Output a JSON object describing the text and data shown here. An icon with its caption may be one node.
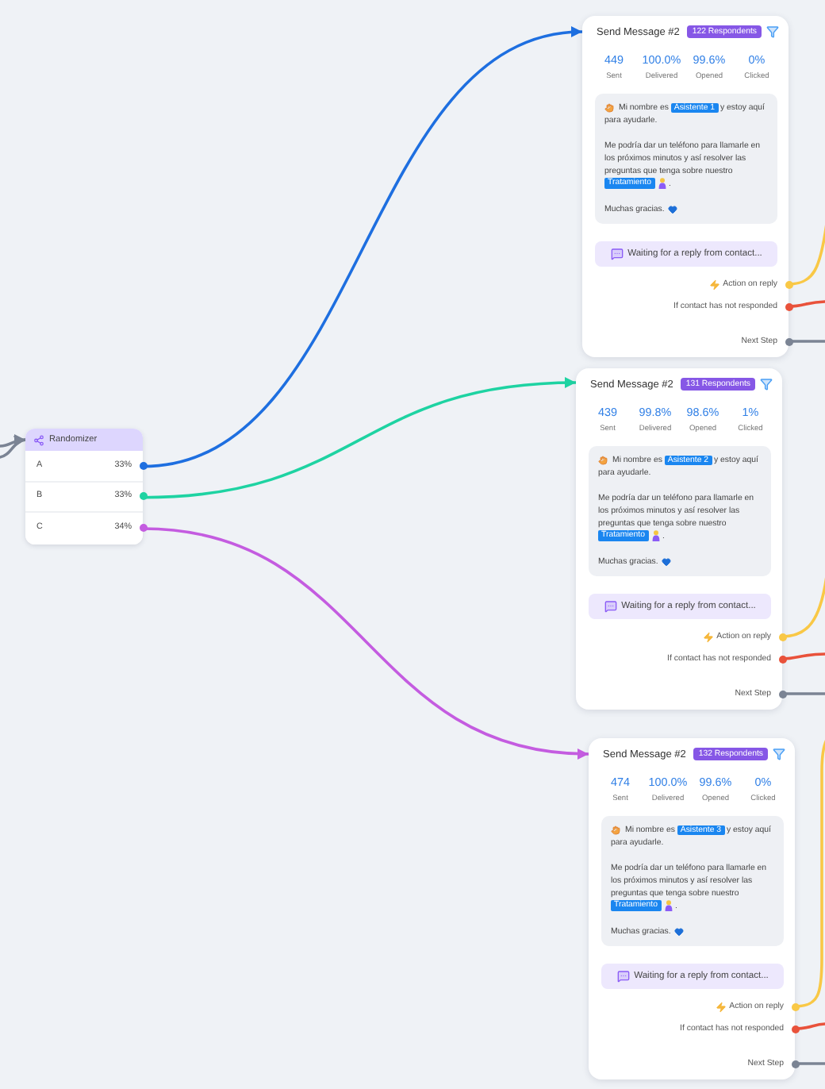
{
  "diagram": {
    "nodes": [
      {
        "text": [
          "Randomizer"
        ]
      },
      {
        "text": [
          "A",
          "33%"
        ],
        "in": 0
      },
      {
        "text": [
          "B",
          "33%"
        ],
        "in": 0
      },
      {
        "text": [
          "C",
          "34%"
        ],
        "in": 0
      },
      {
        "text": [
          "Send Message #2",
          "122 Respondents",
          "449",
          "Sent",
          "100.0%",
          "Delivered",
          "99.6%",
          "Opened",
          "0%",
          "Clicked"
        ]
      },
      {
        "text": [
          "Mi nombre es **Asistente 1** y estoy aquí para ayudarle.",
          "Me podría dar un teléfono para llamarle en los próximos minutos y así resolver las preguntas que tenga sobre nuestro",
          "Tratamiento",
          ".",
          "Muchas gracias."
        ],
        "in": 4
      },
      {
        "text": [
          "Waiting for a reply from contact..."
        ],
        "in": 4
      },
      {
        "text": [
          "Action on reply"
        ],
        "in": 4
      },
      {
        "text": [
          "If contact has not responded"
        ],
        "in": 4
      },
      {
        "text": [
          "Next Step"
        ],
        "in": 4
      },
      {
        "text": [
          "Send Message #2",
          "131 Respondents",
          "439",
          "Sent",
          "99.8%",
          "Delivered",
          "98.6%",
          "Opened",
          "1%",
          "Clicked"
        ]
      },
      {
        "text": [
          "Mi nombre es **Asistente 2** y estoy aquí para ayudarle.",
          "Me podría dar un teléfono para llamarle en los próximos minutos y así resolver las preguntas que tenga sobre nuestro",
          "Tratamiento",
          ".",
          "Muchas gracias."
        ],
        "in": 10
      },
      {
        "text": [
          "Waiting for a reply from contact..."
        ],
        "in": 10
      },
      {
        "text": [
          "Action on reply"
        ],
        "in": 10
      },
      {
        "text": [
          "If contact has not responded"
        ],
        "in": 10
      },
      {
        "text": [
          "Next Step"
        ],
        "in": 10
      },
      {
        "text": [
          "Send Message #2",
          "132 Respondents",
          "474",
          "Sent",
          "100.0%",
          "Delivered",
          "99.6%",
          "Opened",
          "0%",
          "Clicked"
        ]
      },
      {
        "text": [
          "Mi nombre es **Asistente 3** y estoy aquí para ayudarle.",
          "Me podría dar un teléfono para llamarle en los próximos minutos y así resolver las preguntas que tenga sobre nuestro",
          "Tratamiento",
          ".",
          "Muchas gracias."
        ],
        "in": 16
      },
      {
        "text": [
          "Waiting for a reply from contact..."
        ],
        "in": 16
      },
      {
        "text": [
          "Action on reply"
        ],
        "in": 16
      },
      {
        "text": [
          "If contact has not responded"
        ],
        "in": 16
      },
      {
        "text": [
          "Next Step"
        ],
        "in": 16
      }
    ],
    "edges": [
      {
        "from": null,
        "to": 0,
        "arrow": "to"
      },
      {
        "from": null,
        "to": 0,
        "arrow": "to"
      },
      {
        "from": 1,
        "to": 4,
        "arrow": "to",
        "color": "#1e6fe0"
      },
      {
        "from": 2,
        "to": 10,
        "arrow": "to",
        "color": "#1ed3a2"
      },
      {
        "from": 3,
        "to": 16,
        "arrow": "to",
        "color": "#c45ce0"
      },
      {
        "from": 7,
        "to": null,
        "arrow": "none",
        "color": "#f9c846"
      },
      {
        "from": 8,
        "to": null,
        "arrow": "none",
        "color": "#e9523b"
      },
      {
        "from": 9,
        "to": null,
        "arrow": "none"
      },
      {
        "from": 13,
        "to": null,
        "arrow": "none",
        "color": "#f9c846"
      },
      {
        "from": 14,
        "to": null,
        "arrow": "none",
        "color": "#e9523b"
      },
      {
        "from": 15,
        "to": null,
        "arrow": "none"
      },
      {
        "from": 19,
        "to": null,
        "arrow": "none",
        "color": "#f9c846"
      },
      {
        "from": 20,
        "to": null,
        "arrow": "none",
        "color": "#e9523b"
      },
      {
        "from": 21,
        "to": null,
        "arrow": "none"
      }
    ]
  }
}
